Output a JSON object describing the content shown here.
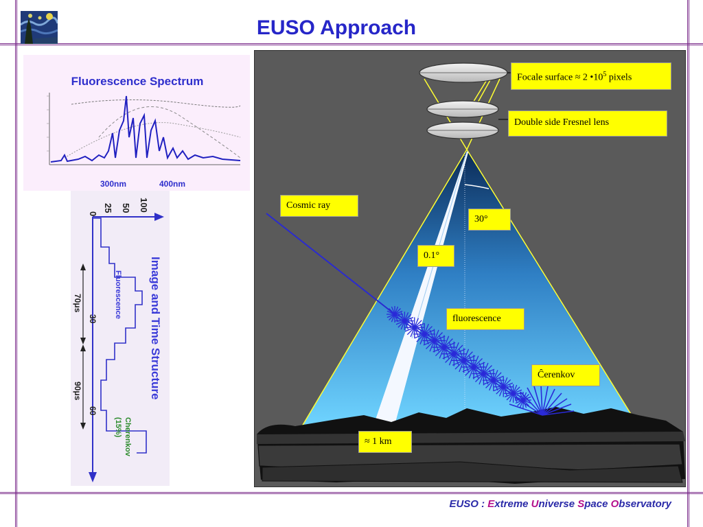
{
  "slide": {
    "title": "EUSO Approach"
  },
  "spectrum": {
    "title": "Fluorescence Spectrum",
    "axis_left": "300nm",
    "axis_right": "400nm"
  },
  "time_structure": {
    "title": "Image and Time Structure",
    "ticks": [
      "0",
      "25",
      "50",
      "100"
    ],
    "fluorescence": "Fluorescence",
    "cherenkov": "Cherenkov",
    "cherenkov_pct": "(15%)",
    "t30": "30",
    "t60": "60",
    "dur1": "70μs",
    "dur2": "90μs"
  },
  "diagram": {
    "focal_label_prefix": "Focale surface ≈ 2 •10",
    "focal_label_exp": "5",
    "focal_label_suffix": " pixels",
    "fresnel_label": "Double side Fresnel  lens",
    "cosmic_ray_label": "Cosmic ray",
    "angle_fov": "30°",
    "angle_small": "0.1°",
    "fluorescence_label": "fluorescence",
    "cerenkov_label": "Ĉerenkov",
    "scale_label": "≈ 1 km"
  },
  "footer": {
    "p1": "EUSO : ",
    "e": "E",
    "w1": "xtreme ",
    "u": "U",
    "w2": "niverse ",
    "s": "S",
    "w3": "pace ",
    "o": "O",
    "w4": "bservatory"
  }
}
